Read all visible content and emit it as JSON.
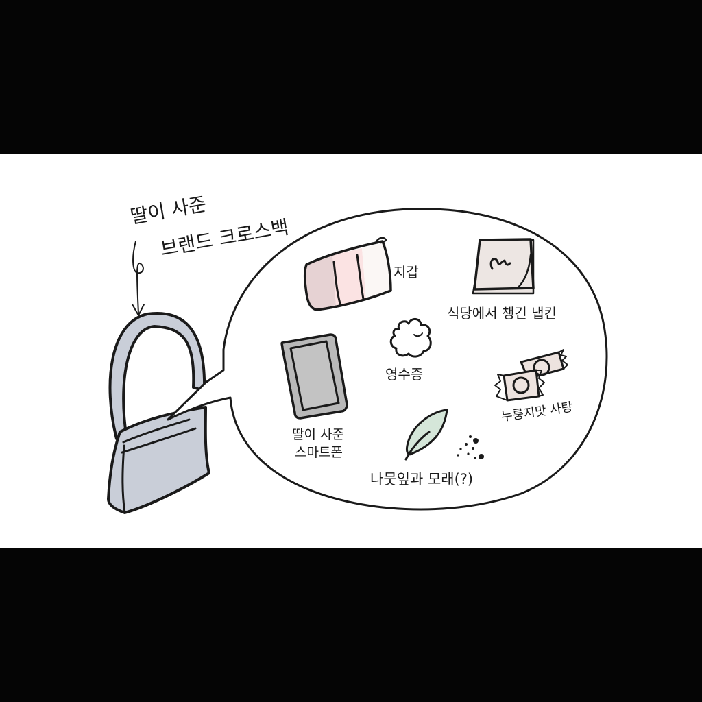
{
  "illustration": {
    "caption_line1": "딸이 사준",
    "caption_line2": "브랜드 크로스백",
    "bag": {
      "color": "#c9ced8",
      "outline": "#1a1a1a"
    },
    "bubble_items": [
      {
        "id": "wallet",
        "label": "지갑",
        "colors": [
          "#e6d2d3",
          "#fbe3e3",
          "#fbf7f5"
        ]
      },
      {
        "id": "napkin",
        "label": "식당에서 챙긴 냅킨",
        "color": "#ede6e3"
      },
      {
        "id": "receipt",
        "label": "영수증",
        "color": "#ffffff"
      },
      {
        "id": "smartphone",
        "label_line1": "딸이 사준",
        "label_line2": "스마트폰",
        "frame_color": "#b9b9b9",
        "screen_color": "#c3c3c3"
      },
      {
        "id": "candy",
        "label": "누룽지맛 사탕",
        "color": "#ede3df"
      },
      {
        "id": "leaf-and-sand",
        "label": "나뭇잎과 모래(?)",
        "leaf_color": "#d5e6d9"
      }
    ]
  }
}
